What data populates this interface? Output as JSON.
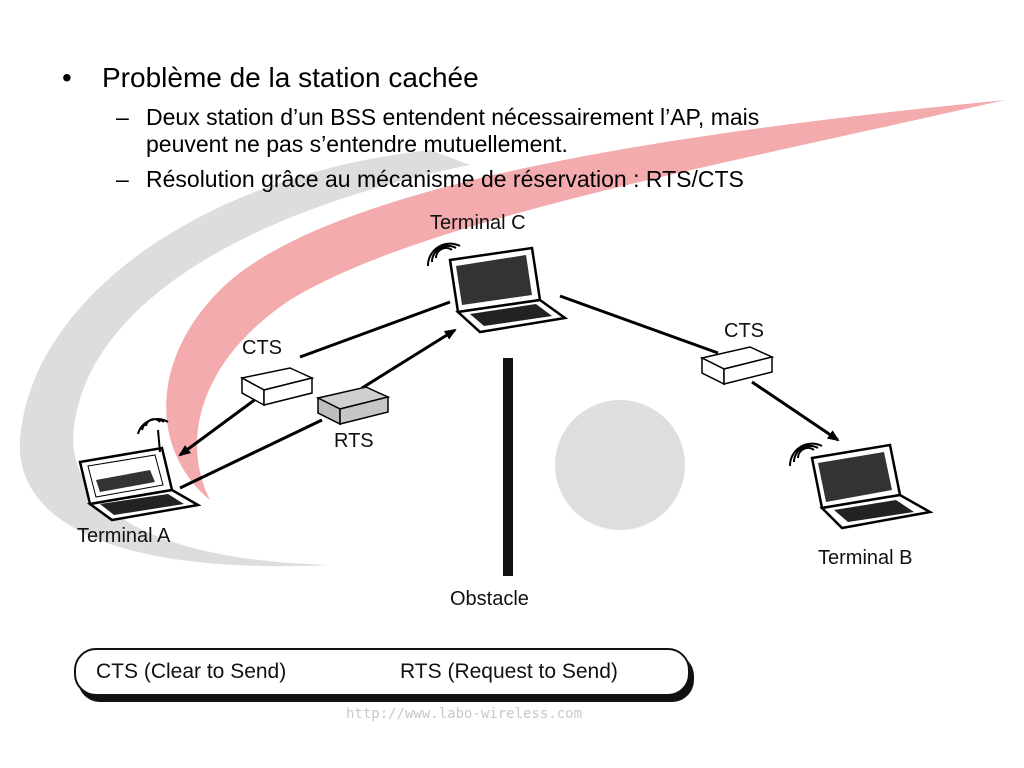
{
  "slide": {
    "bullet": "Problème de la station cachée",
    "sub1_line1": "Deux station d’un BSS entendent nécessairement l’AP, mais",
    "sub1_line2": "peuvent ne pas s’entendre mutuellement.",
    "sub2": "Résolution grâce au mécanisme de réservation : RTS/CTS",
    "bullet_glyph": "•",
    "dash_glyph": "–"
  },
  "diagram": {
    "terminal_c": "Terminal C",
    "terminal_a": "Terminal A",
    "terminal_b": "Terminal B",
    "cts_left": "CTS",
    "cts_right": "CTS",
    "rts": "RTS",
    "obstacle": "Obstacle"
  },
  "legend": {
    "cts": "CTS (Clear to Send)",
    "rts": "RTS (Request to Send)"
  },
  "footer": {
    "url": "http://www.labo-wireless.com"
  },
  "colors": {
    "swoosh_red": "#f2a7a9",
    "swoosh_gray": "#d9d9d9"
  }
}
